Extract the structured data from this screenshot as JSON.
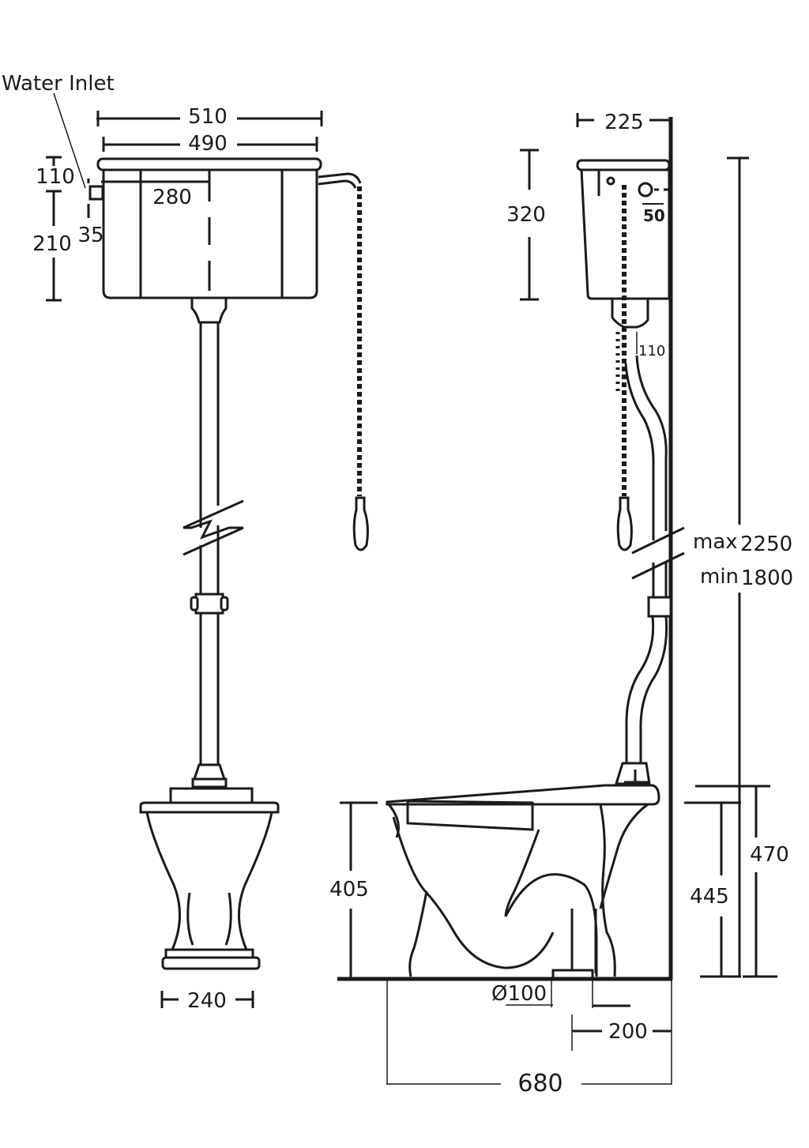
{
  "labels": {
    "water_inlet": "Water Inlet",
    "front_cistern_width_outer": "510",
    "front_cistern_width_inner": "490",
    "front_inlet_height": "110",
    "front_inlet_offset": "280",
    "front_cistern_height": "210",
    "front_inlet_length": "35",
    "side_cistern_depth": "225",
    "side_cistern_height": "320",
    "side_pipe_size": "50",
    "side_flush_pipe": "110",
    "max_label": "max",
    "max_value": "2250",
    "min_label": "min",
    "min_value": "1800",
    "front_pan_base_width": "240",
    "side_pan_height": "405",
    "side_outlet_diameter": "Ø100",
    "side_outlet_to_wall": "200",
    "side_pan_depth": "680",
    "side_seat_height_inner": "445",
    "side_seat_height_outer": "470"
  }
}
